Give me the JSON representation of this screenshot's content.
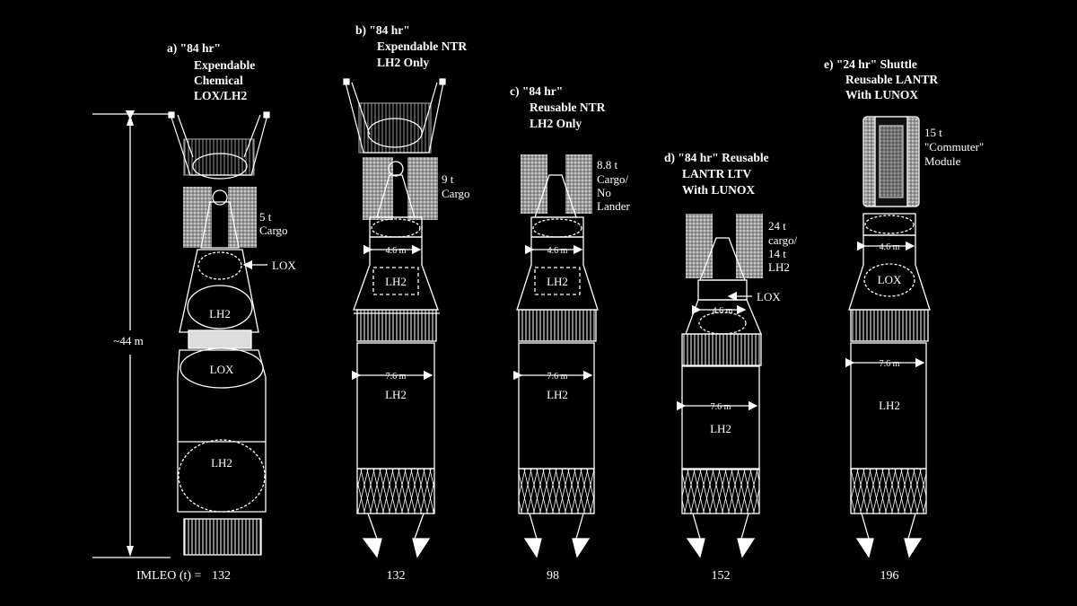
{
  "colors": {
    "background": "#000000",
    "line": "#ffffff"
  },
  "overall": {
    "height_label": "~44 m",
    "imleo_prefix": "IMLEO (t) ="
  },
  "vehicles": [
    {
      "title": [
        "a) \"84 hr\"",
        "Expendable",
        "Chemical",
        "LOX/LH2"
      ],
      "cargo": [
        "5 t",
        "Cargo"
      ],
      "tanks": [
        "LOX",
        "LH2",
        "LOX",
        "LH2"
      ],
      "lox_arrow": "LOX",
      "imleo": "132"
    },
    {
      "title": [
        "b) \"84 hr\"",
        "Expendable NTR",
        "LH2 Only"
      ],
      "cargo": [
        "9 t",
        "Cargo"
      ],
      "diameters": [
        "4.6 m",
        "7.6 m"
      ],
      "tanks": [
        "LH2",
        "LH2"
      ],
      "imleo": "132"
    },
    {
      "title": [
        "c) \"84 hr\"",
        "Reusable NTR",
        "LH2 Only"
      ],
      "cargo": [
        "8.8 t",
        "Cargo/",
        "No",
        "Lander"
      ],
      "diameters": [
        "4.6 m",
        "7.6 m"
      ],
      "tanks": [
        "LH2",
        "LH2"
      ],
      "imleo": "98"
    },
    {
      "title": [
        "d) \"84 hr\" Reusable",
        "LANTR LTV",
        "With LUNOX"
      ],
      "cargo": [
        "24 t",
        "cargo/",
        "14 t",
        "LH2"
      ],
      "diameters": [
        "4.6 m",
        "7.6 m"
      ],
      "tanks": [
        "LH2"
      ],
      "lox_arrow": "LOX",
      "imleo": "152"
    },
    {
      "title": [
        "e) \"24 hr\" Shuttle",
        "Reusable LANTR",
        "With LUNOX"
      ],
      "cargo": [
        "15 t",
        "\"Commuter\"",
        "Module"
      ],
      "diameters": [
        "4.6 m",
        "7.6 m"
      ],
      "tanks": [
        "LOX",
        "LH2"
      ],
      "imleo": "196"
    }
  ]
}
